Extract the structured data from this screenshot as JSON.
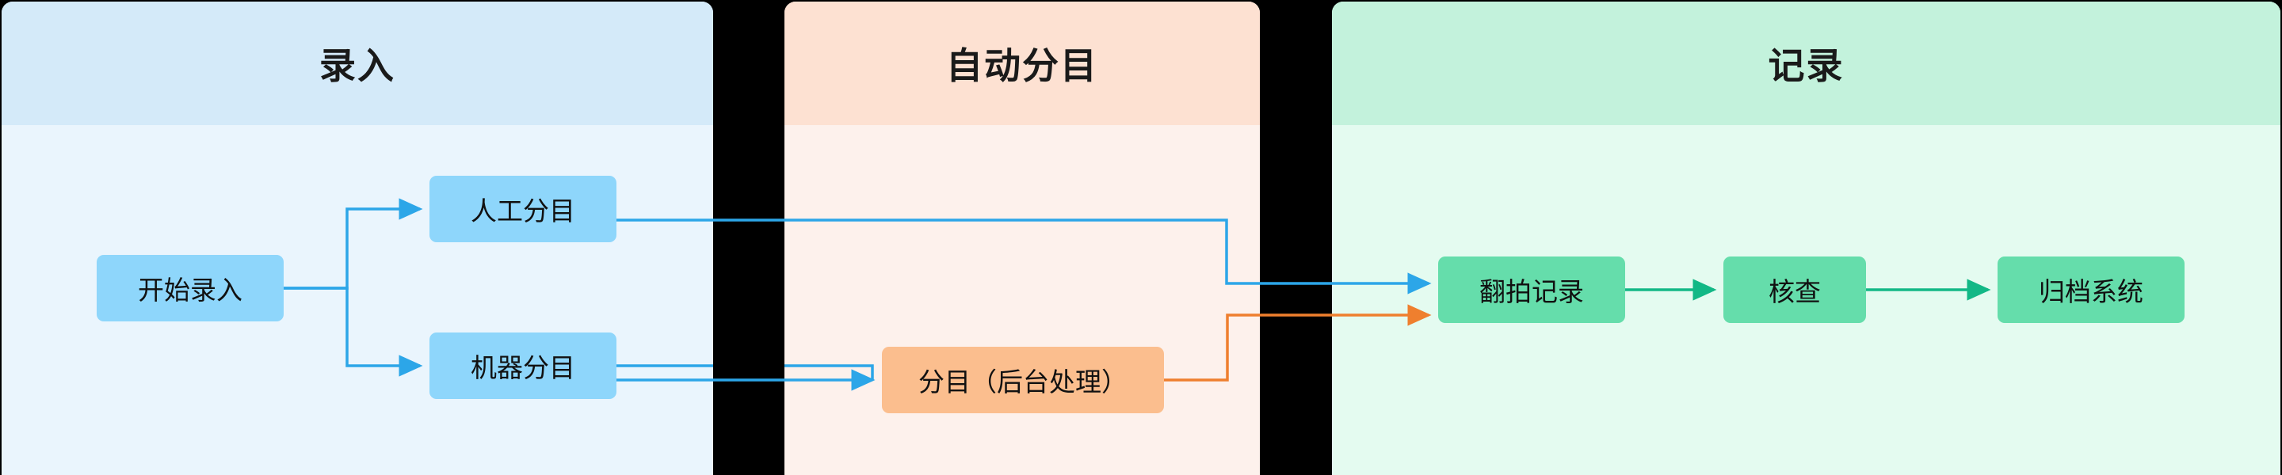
{
  "diagram": {
    "type": "flowchart",
    "orientation": "left-to-right",
    "lanes": [
      {
        "id": "entry",
        "title": "录入",
        "header_color": "#d4eaf9",
        "body_color": "#eaf5fd",
        "node_color": "#8ed6fb"
      },
      {
        "id": "auto",
        "title": "自动分目",
        "header_color": "#fde1d2",
        "body_color": "#fdf1ec",
        "node_color": "#fbbe8e"
      },
      {
        "id": "record",
        "title": "记录",
        "header_color": "#c3f2dc",
        "body_color": "#e4fbf0",
        "node_color": "#65ddab"
      }
    ],
    "nodes": [
      {
        "id": "start",
        "label": "开始录入",
        "lane": "entry"
      },
      {
        "id": "manual",
        "label": "人工分目",
        "lane": "entry"
      },
      {
        "id": "machine",
        "label": "机器分目",
        "lane": "entry"
      },
      {
        "id": "autocat",
        "label": "分目（后台处理）",
        "lane": "auto"
      },
      {
        "id": "rephoto",
        "label": "翻拍记录",
        "lane": "record"
      },
      {
        "id": "verify",
        "label": "核查",
        "lane": "record"
      },
      {
        "id": "archive",
        "label": "归档系统",
        "lane": "record"
      }
    ],
    "edges": [
      {
        "from": "start",
        "to": "manual",
        "color": "#2ca6e8",
        "style": "orthogonal"
      },
      {
        "from": "start",
        "to": "machine",
        "color": "#2ca6e8",
        "style": "orthogonal"
      },
      {
        "from": "manual",
        "to": "rephoto",
        "color": "#2ca6e8",
        "style": "orthogonal"
      },
      {
        "from": "machine",
        "to": "autocat",
        "color": "#2ca6e8",
        "style": "straight"
      },
      {
        "from": "autocat",
        "to": "rephoto",
        "color": "#ef7f2e",
        "style": "orthogonal"
      },
      {
        "from": "rephoto",
        "to": "verify",
        "color": "#12b886",
        "style": "straight"
      },
      {
        "from": "verify",
        "to": "archive",
        "color": "#12b886",
        "style": "straight"
      }
    ],
    "colors": {
      "background": "#000000",
      "edge_blue": "#2ca6e8",
      "edge_orange": "#ef7f2e",
      "edge_green": "#12b886",
      "text": "#111111"
    }
  }
}
